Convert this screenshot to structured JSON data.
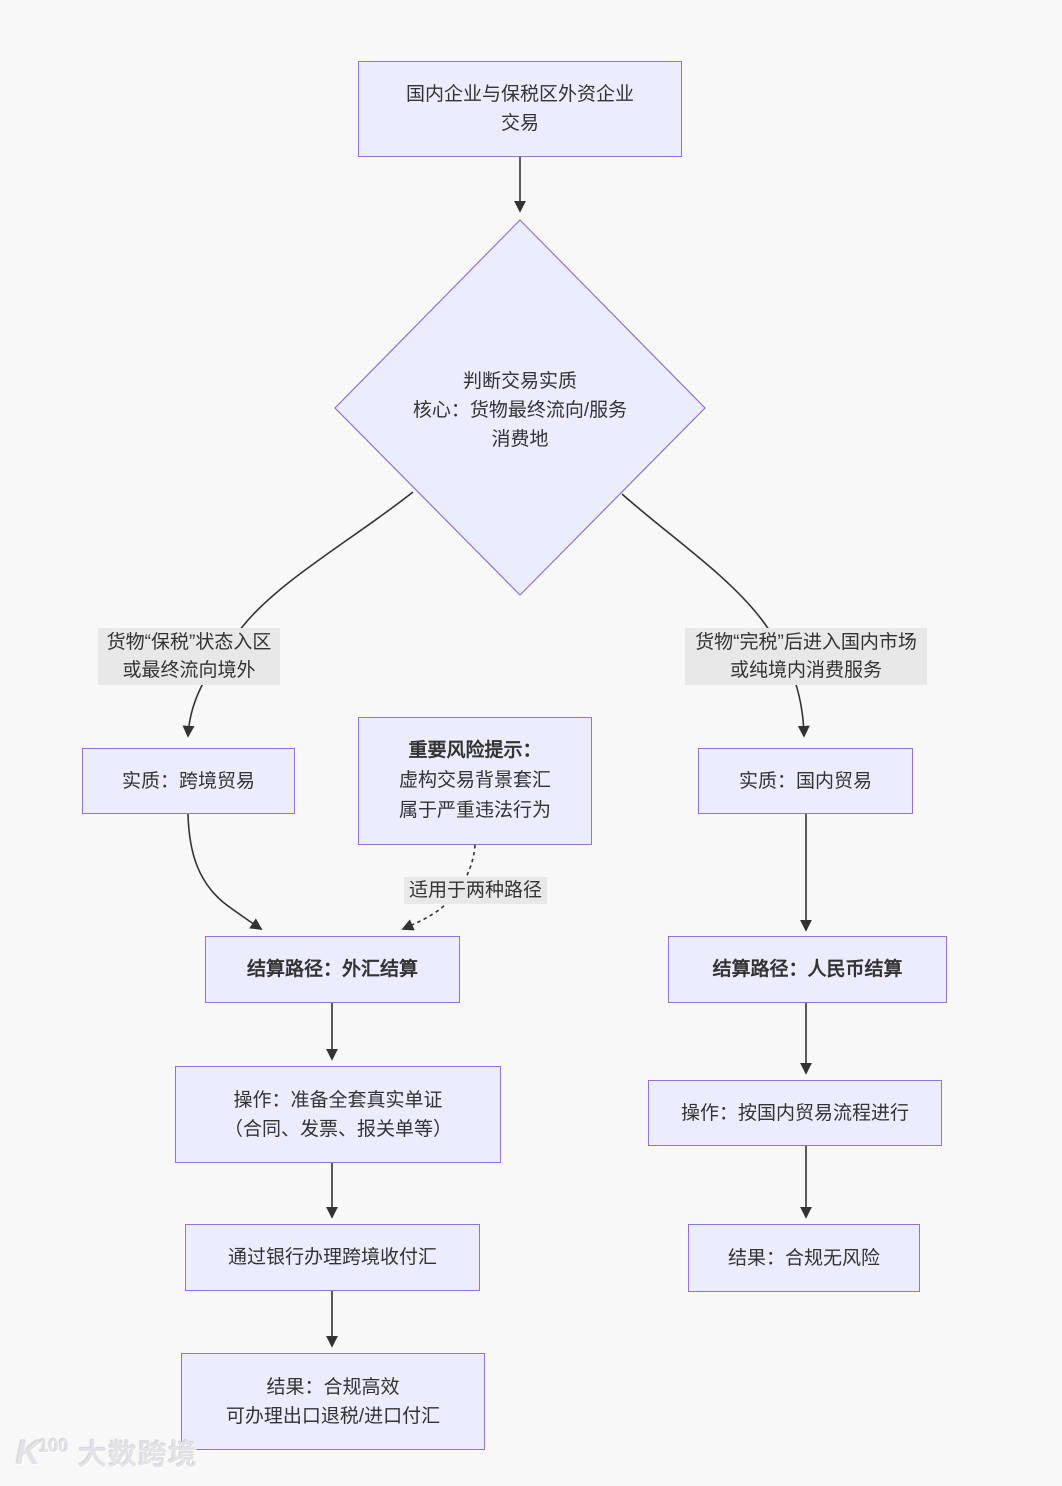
{
  "diagram": {
    "nodes": {
      "start": {
        "line1": "国内企业与保税区外资企业",
        "line2": "交易"
      },
      "decision": {
        "line1": "判断交易实质",
        "line2": "核心：货物最终流向/服务",
        "line3": "消费地"
      },
      "left_substance": {
        "text": "实质：跨境贸易"
      },
      "risk_note": {
        "title": "重要风险提示：",
        "line2": "虚构交易背景套汇",
        "line3": "属于严重违法行为"
      },
      "left_path": {
        "text": "结算路径：外汇结算"
      },
      "left_action": {
        "line1": "操作：准备全套真实单证",
        "line2": "（合同、发票、报关单等）"
      },
      "left_bank": {
        "text": "通过银行办理跨境收付汇"
      },
      "left_result": {
        "line1": "结果：合规高效",
        "line2": "可办理出口退税/进口付汇"
      },
      "right_substance": {
        "text": "实质：国内贸易"
      },
      "right_path": {
        "text": "结算路径：人民币结算"
      },
      "right_action": {
        "text": "操作：按国内贸易流程进行"
      },
      "right_result": {
        "text": "结果：合规无风险"
      }
    },
    "edge_labels": {
      "left_condition": {
        "line1": "货物“保税”状态入区",
        "line2": "或最终流向境外"
      },
      "right_condition": {
        "line1": "货物“完税”后进入国内市场",
        "line2": "或纯境内消费服务"
      },
      "risk_scope": {
        "text": "适用于两种路径"
      }
    },
    "colors": {
      "node_fill": "#ECECFF",
      "node_border": "#9370DB",
      "edge_line": "#333333",
      "edge_label_bg": "#e8e8e8",
      "text": "#333333",
      "background": "#f8f8f8"
    }
  },
  "watermark": {
    "mark": "K",
    "mark_sup": "100",
    "text": "大数跨境"
  }
}
